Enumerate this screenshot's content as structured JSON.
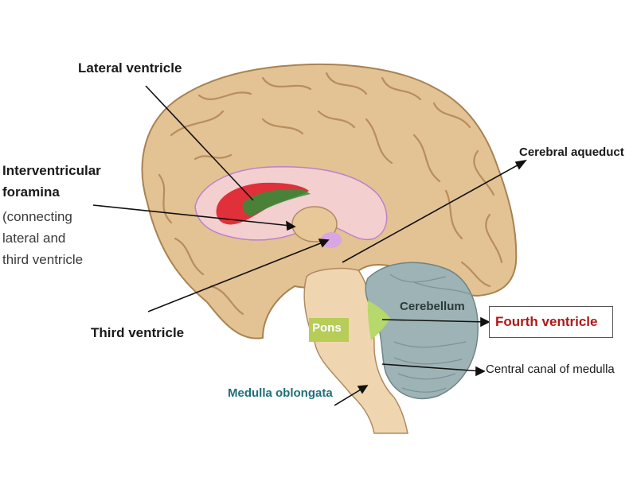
{
  "labels": {
    "lateral_ventricle": "Lateral ventricle",
    "interventricular_line1": "Interventricular",
    "interventricular_line2": "foramina",
    "interventricular_note": "(connecting\nlateral and\nthird ventricle",
    "cerebral_aqueduct": "Cerebral aqueduct",
    "third_ventricle": "Third ventricle",
    "medulla_oblongata": "Medulla oblongata",
    "central_canal": "Central canal of medulla",
    "cerebellum": "Cerebellum",
    "pons": "Pons",
    "fourth_ventricle": "Fourth ventricle"
  },
  "colors": {
    "cerebrum": "#e3c294",
    "cerebrum_fold": "#b98d5c",
    "cerebellum": "#9eb3b5",
    "brainstem": "#f0d6b0",
    "ventricle_region": "#f3cfd0",
    "lateral_ventricle_red": "#e0303a",
    "lateral_ventricle_green": "#2f8f3a",
    "third_ventricle_purple": "#d9a6e3",
    "fourth_ventricle_green": "#b7d86a",
    "pons_box": "#b8cc58",
    "fourth_label": "#b01818",
    "medulla_label": "#1f6f78"
  }
}
